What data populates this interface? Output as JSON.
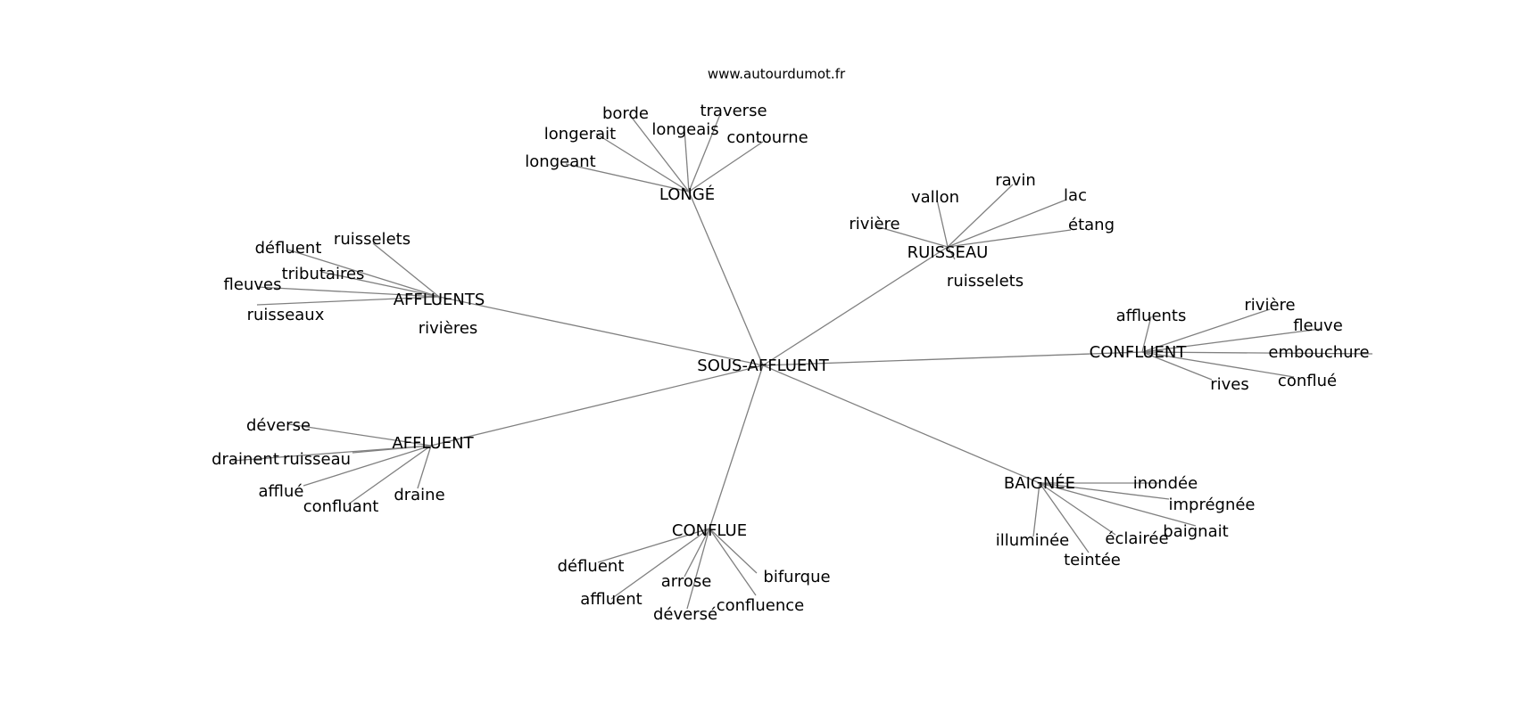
{
  "source": "www.autourdumot.fr",
  "edge_color": "#808080",
  "root": "SOUS-AFFLUENT",
  "hubs": [
    {
      "id": "longe",
      "label": "LONGÉ",
      "words": [
        "longeant",
        "longerait",
        "borde",
        "longeais",
        "traverse",
        "contourne"
      ]
    },
    {
      "id": "ruisseau",
      "label": "RUISSEAU",
      "words": [
        "rivière",
        "vallon",
        "ravin",
        "lac",
        "étang",
        "ruisselets"
      ]
    },
    {
      "id": "affluents",
      "label": "AFFLUENTS",
      "words": [
        "défluent",
        "ruisselets",
        "tributaires",
        "fleuves",
        "ruisseaux",
        "rivières"
      ]
    },
    {
      "id": "confluent",
      "label": "CONFLUENT",
      "words": [
        "affluents",
        "rivière",
        "fleuve",
        "embouchure",
        "conflué",
        "rives"
      ]
    },
    {
      "id": "affluent",
      "label": "AFFLUENT",
      "words": [
        "déverse",
        "ruisseau",
        "drainent",
        "afflué",
        "confluant",
        "draine"
      ]
    },
    {
      "id": "baignee",
      "label": "BAIGNÉE",
      "words": [
        "inondée",
        "imprégnée",
        "baignait",
        "éclairée",
        "illuminée",
        "teintée"
      ]
    },
    {
      "id": "conflue",
      "label": "CONFLUE",
      "words": [
        "défluent",
        "affluent",
        "arrose",
        "déversé",
        "confluence",
        "bifurque"
      ]
    }
  ]
}
